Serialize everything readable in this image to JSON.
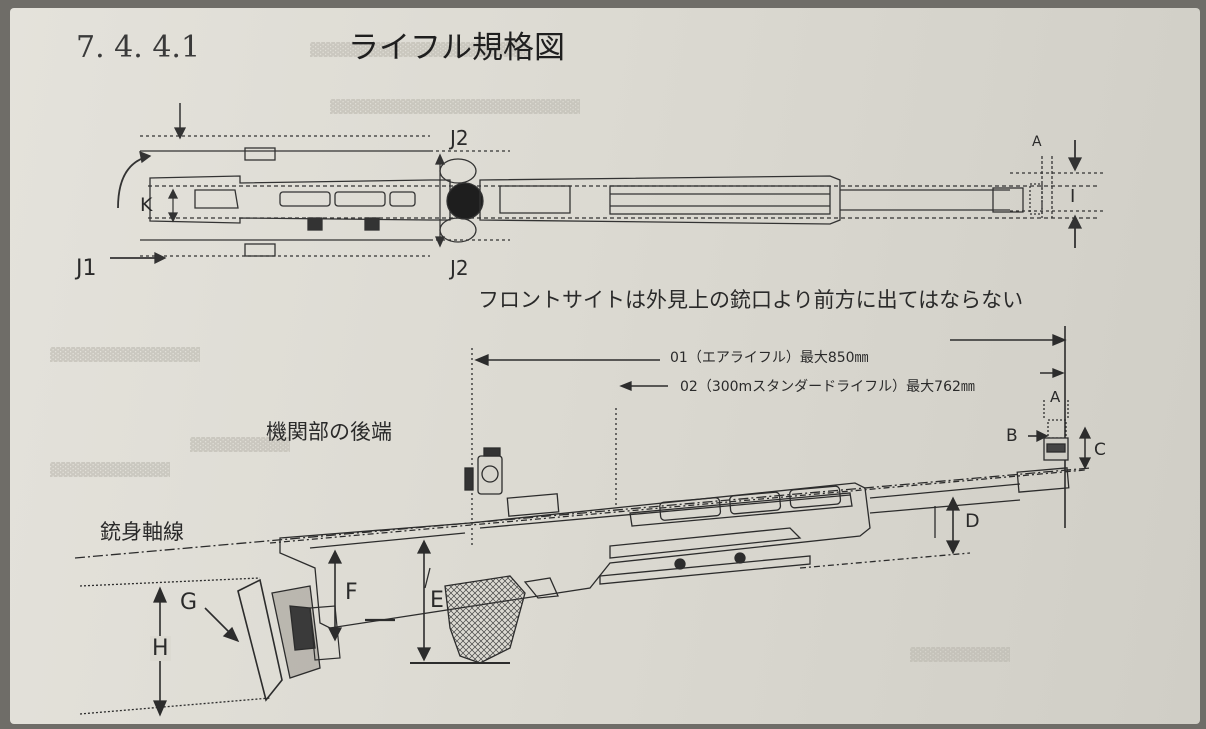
{
  "header": {
    "section_number": "7. 4. 4.1",
    "title": "ライフル規格図"
  },
  "top_diagram": {
    "labels": {
      "j1": "J1",
      "j2_top": "J2",
      "j2_bottom": "J2",
      "k": "K",
      "a": "A",
      "i": "I"
    }
  },
  "notes": {
    "front_sight": "フロントサイトは外見上の銃口より前方に出てはならない",
    "o1": "01（エアライフル）最大850㎜",
    "o2": "02（300mスタンダードライフル）最大762㎜",
    "action_rear_end": "機関部の後端",
    "barrel_axis": "銃身軸線"
  },
  "bottom_diagram": {
    "labels": {
      "a": "A",
      "b": "B",
      "c": "C",
      "d": "D",
      "e": "E",
      "f": "F",
      "g": "G",
      "h": "H"
    }
  }
}
